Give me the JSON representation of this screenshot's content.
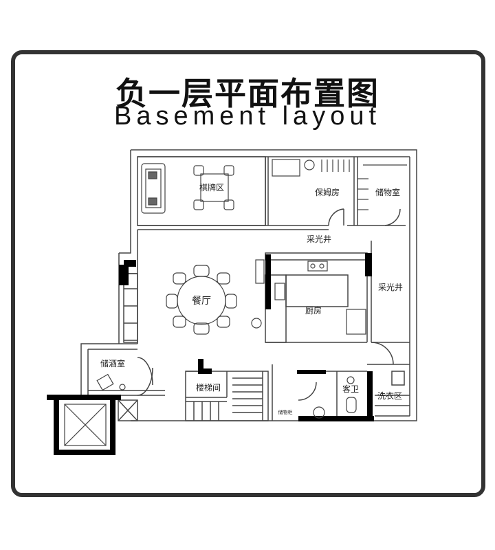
{
  "title": {
    "cn": "负一层平面布置图",
    "en": "Basement layout"
  },
  "rooms": {
    "chess_room": "棋牌区",
    "nanny_room": "保姆房",
    "storage_room": "储物室",
    "light_well_top": "采光井",
    "light_well_right": "采光井",
    "dining": "餐厅",
    "kitchen": "厨房",
    "wine_cellar": "储酒室",
    "stairwell": "楼梯间",
    "guest_bath": "客卫",
    "laundry": "洗衣区",
    "small_closet": "储物柜"
  },
  "colors": {
    "wall_line": "#444444",
    "wall_fill": "#000000",
    "frame": "#333333"
  }
}
